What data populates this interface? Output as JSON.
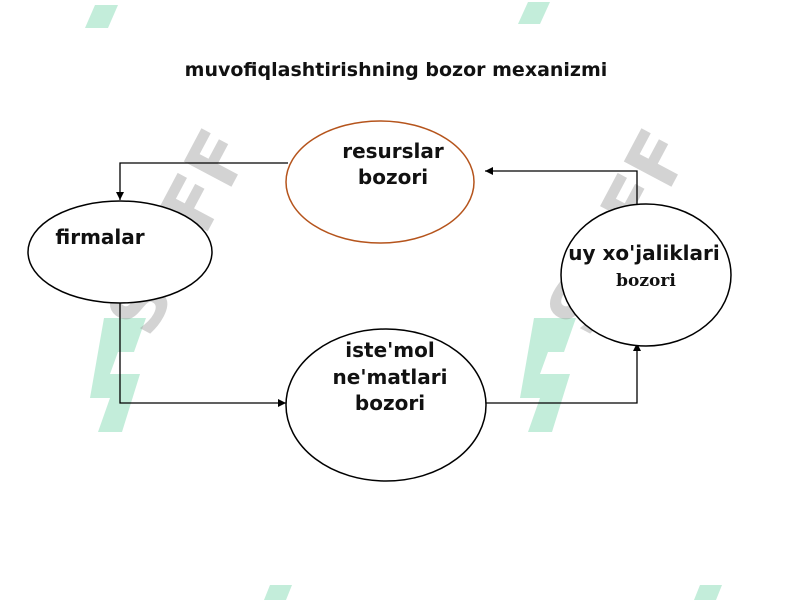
{
  "diagram": {
    "title": "muvofiqlashtirishning bozor mexanizmi",
    "nodes": {
      "resurslar": {
        "line1": "resurslar",
        "line2": "bozori",
        "border_color": "#b5541c"
      },
      "firmalar": {
        "line1": "firmalar",
        "border_color": "#000000"
      },
      "uy": {
        "line1": "uy xo'jaliklari",
        "line2": "bozori",
        "border_color": "#000000"
      },
      "istemol": {
        "line1": "iste'mol",
        "line2": "ne'matlari",
        "line3": "bozori",
        "border_color": "#000000"
      }
    }
  },
  "watermark": {
    "text": "SOFF",
    "icon": "soff-logo-icon",
    "gray_color": "#9e9e9e",
    "green_color": "#b8ead4"
  }
}
